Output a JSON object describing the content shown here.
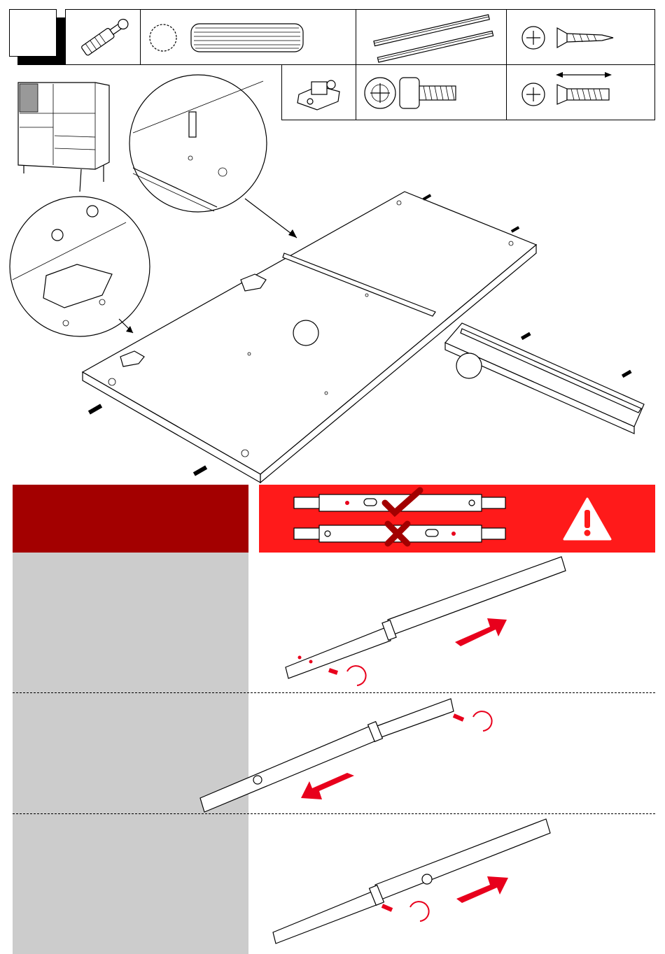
{
  "page": {
    "kind": "assembly-instruction-step"
  },
  "step": {
    "number": ""
  },
  "hardware_row_1": [
    {
      "icon": "cam-dowel-icon",
      "count": ""
    },
    {
      "icon": "wood-dowel-icon",
      "count": ""
    },
    {
      "icon": "drawer-runner-pair-icon",
      "count": ""
    },
    {
      "icon": "countersunk-screw-icon",
      "count": ""
    }
  ],
  "hardware_row_2": [
    {
      "icon": "hinge-plate-icon",
      "count": ""
    },
    {
      "icon": "euro-screw-icon",
      "count": ""
    },
    {
      "icon": "chipboard-screw-icon",
      "count": ""
    }
  ],
  "panels": {
    "main_panel_label": "",
    "side_rail_label": ""
  },
  "warning": {
    "icon": "warning-triangle-icon",
    "correct_icon": "checkmark-icon",
    "wrong_icon": "cross-icon"
  },
  "steps": [
    {
      "arrow_direction": "right",
      "arrow_icon": "arrow-right-icon"
    },
    {
      "arrow_direction": "left",
      "arrow_icon": "arrow-left-icon"
    },
    {
      "arrow_direction": "right",
      "arrow_icon": "arrow-right-icon"
    }
  ],
  "colors": {
    "dark_red": "#a30000",
    "red": "#ff1a1a",
    "gray": "#cccccc",
    "accent": "#e8001c"
  }
}
